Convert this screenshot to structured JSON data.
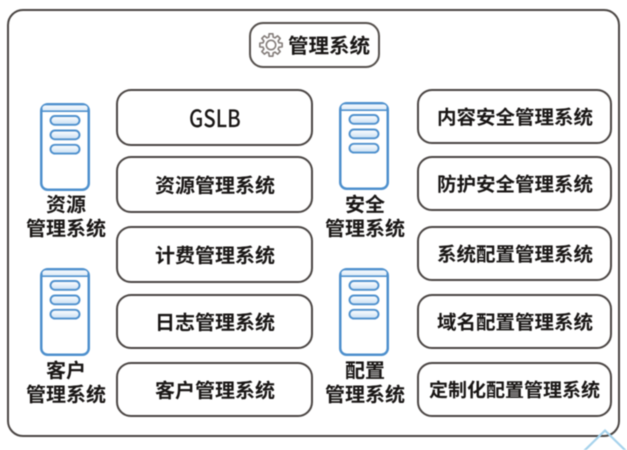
{
  "title": {
    "label": "管理系统",
    "icon": "gear-icon"
  },
  "icon_nodes": [
    {
      "name": "资源管理系统",
      "line1": "资源",
      "line2": "管理系统",
      "icon": "server-icon"
    },
    {
      "name": "客户管理系统",
      "line1": "客户",
      "line2": "管理系统",
      "icon": "server-icon"
    },
    {
      "name": "安全管理系统",
      "line1": "安全",
      "line2": "管理系统",
      "icon": "server-icon"
    },
    {
      "name": "配置管理系统",
      "line1": "配置",
      "line2": "管理系统",
      "icon": "server-icon"
    }
  ],
  "middle_column": {
    "boxes": [
      {
        "label": "GSLB"
      },
      {
        "label": "资源管理系统"
      },
      {
        "label": "计费管理系统"
      },
      {
        "label": "日志管理系统"
      },
      {
        "label": "客户管理系统"
      }
    ]
  },
  "right_column": {
    "boxes": [
      {
        "label": "内容安全管理系统"
      },
      {
        "label": "防护安全管理系统"
      },
      {
        "label": "系统配置管理系统"
      },
      {
        "label": "域名配置管理系统"
      },
      {
        "label": "定制化配置管理系统"
      }
    ]
  },
  "decoration": {
    "corner_shape": "light-blue-chevron"
  },
  "colors": {
    "background": "#ffffff",
    "border": "#4b4644",
    "text": "#191615",
    "icon_blue": "#4e90cd",
    "icon_fill": "#dcebf8",
    "gear_gray": "#847d7a",
    "chevron_blue": "#a6d3ec"
  }
}
